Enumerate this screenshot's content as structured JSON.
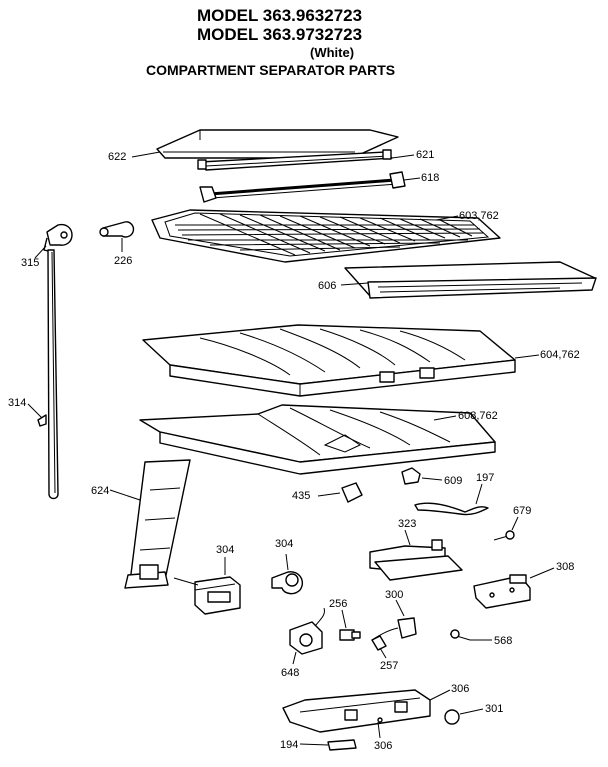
{
  "header": {
    "model1": "MODEL 363.9632723",
    "model2": "MODEL 363.9732723",
    "variant": "(White)",
    "section": "COMPARTMENT SEPARATOR PARTS"
  },
  "parts": [
    {
      "id": "622",
      "label": "622"
    },
    {
      "id": "621",
      "label": "621"
    },
    {
      "id": "618",
      "label": "618"
    },
    {
      "id": "603",
      "label": "603,762"
    },
    {
      "id": "226",
      "label": "226"
    },
    {
      "id": "315",
      "label": "315"
    },
    {
      "id": "606",
      "label": "606"
    },
    {
      "id": "604",
      "label": "604,762"
    },
    {
      "id": "314",
      "label": "314"
    },
    {
      "id": "608",
      "label": "608,762"
    },
    {
      "id": "624",
      "label": "624"
    },
    {
      "id": "435",
      "label": "435"
    },
    {
      "id": "609",
      "label": "609"
    },
    {
      "id": "197",
      "label": "197"
    },
    {
      "id": "679",
      "label": "679"
    },
    {
      "id": "323",
      "label": "323"
    },
    {
      "id": "304a",
      "label": "304"
    },
    {
      "id": "304b",
      "label": "304"
    },
    {
      "id": "308",
      "label": "308"
    },
    {
      "id": "256",
      "label": "256"
    },
    {
      "id": "300",
      "label": "300"
    },
    {
      "id": "568",
      "label": "568"
    },
    {
      "id": "257",
      "label": "257"
    },
    {
      "id": "648",
      "label": "648"
    },
    {
      "id": "306a",
      "label": "306"
    },
    {
      "id": "301",
      "label": "301"
    },
    {
      "id": "194",
      "label": "194"
    },
    {
      "id": "306b",
      "label": "306"
    }
  ]
}
